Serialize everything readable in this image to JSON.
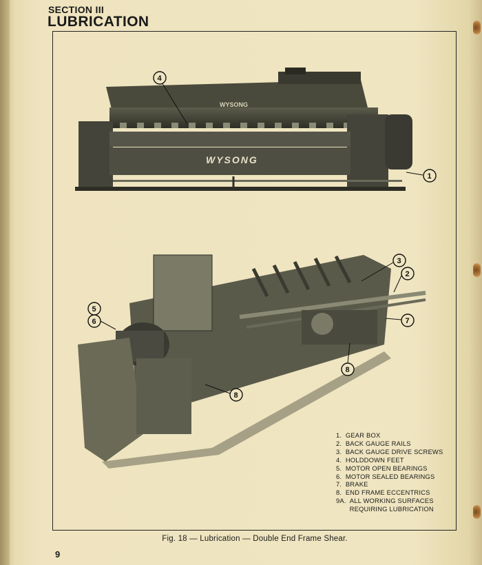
{
  "header": {
    "section": "SECTION III",
    "title": "LUBRICATION"
  },
  "figure": {
    "machine_brand_front": "WYSONG",
    "machine_brand_crosshead": "WYSONG",
    "photo1_callouts": [
      "4",
      "1"
    ],
    "photo2_callouts": [
      "3",
      "2",
      "5",
      "6",
      "7",
      "8",
      "8"
    ],
    "caption": "Fig. 18 — Lubrication — Double End Frame Shear."
  },
  "legend": {
    "items": [
      "1.  GEAR BOX",
      "2.  BACK GAUGE RAILS",
      "3.  BACK GAUGE DRIVE SCREWS",
      "4.  HOLDDOWN FEET",
      "5.  MOTOR OPEN BEARINGS",
      "6.  MOTOR SEALED BEARINGS",
      "7.  BRAKE",
      "8.  END FRAME ECCENTRICS",
      "9A.  ALL WORKING SURFACES",
      "       REQUIRING LUBRICATION"
    ]
  },
  "footer": {
    "page_number": "9"
  },
  "colors": {
    "paper": "#efe5c1",
    "ink": "#1a1a1a",
    "machine_dark": "#3a3a30",
    "machine_mid": "#6a6a58"
  }
}
